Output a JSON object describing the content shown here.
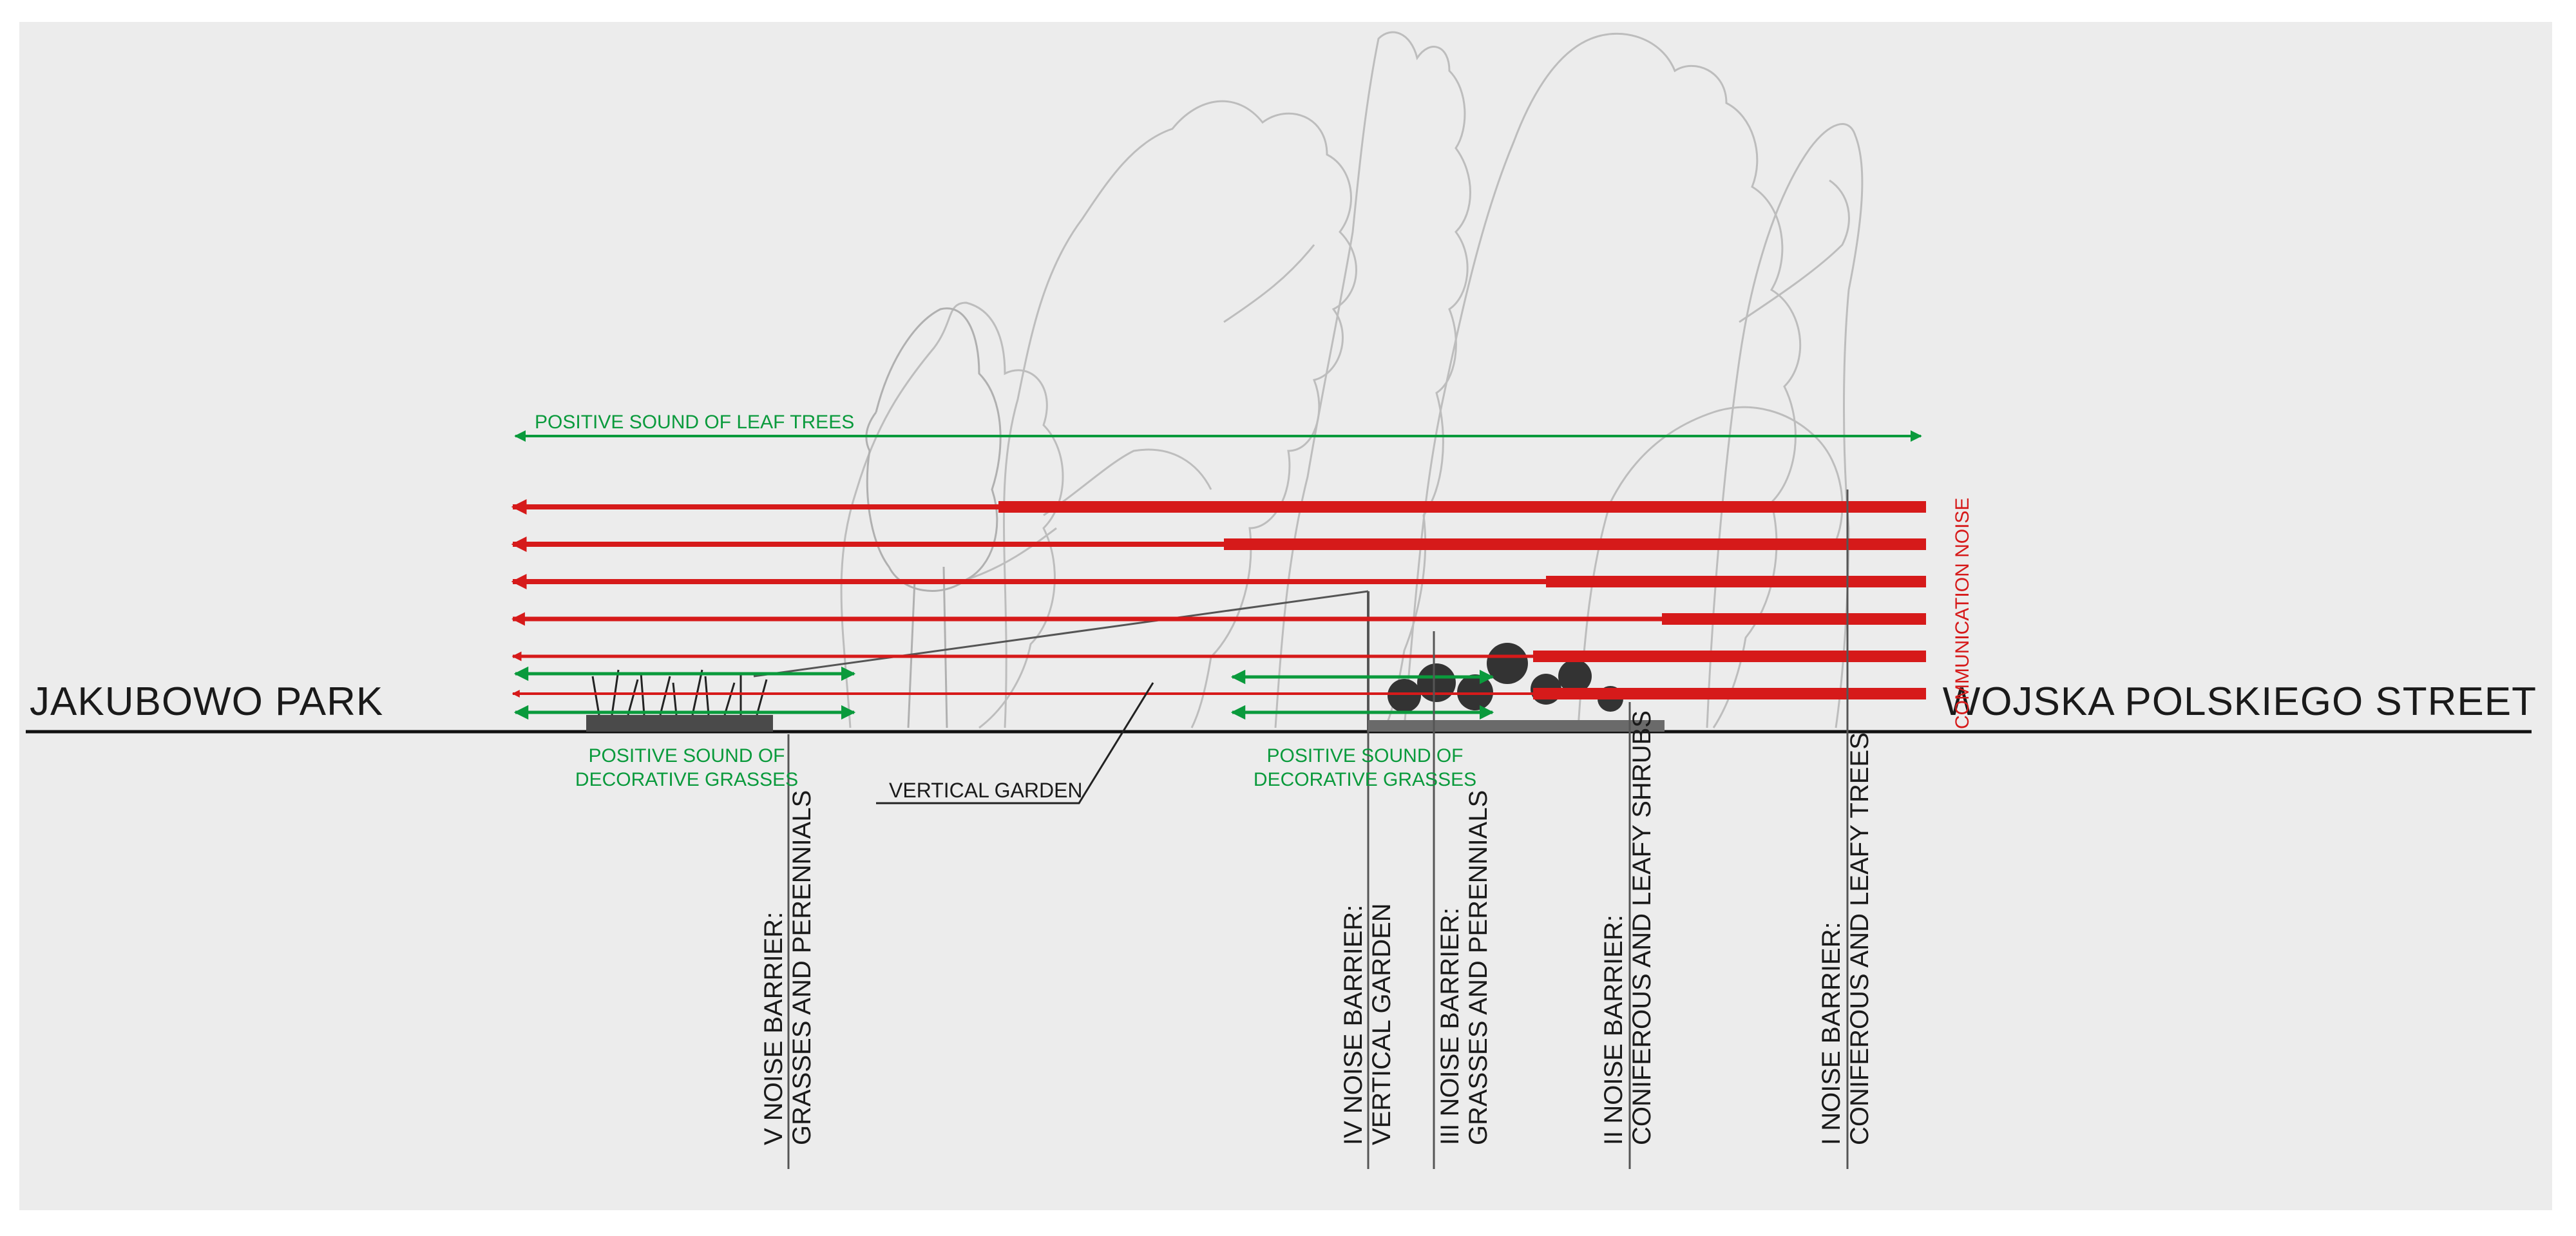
{
  "left_label": "JAKUBOWO PARK",
  "right_label": "WOJSKA POLSKIEGO STREET",
  "leaf_trees_label": "POSITIVE SOUND OF LEAF TREES",
  "noise_label": "COMMUNICATION NOISE",
  "grasses_left": {
    "line1": "POSITIVE SOUND OF",
    "line2": "DECORATIVE GRASSES"
  },
  "grasses_right": {
    "line1": "POSITIVE SOUND OF",
    "line2": "DECORATIVE GRASSES"
  },
  "vertical_garden_label": "VERTICAL GARDEN",
  "barriers": [
    {
      "id": "V",
      "line1": "V NOISE BARRIER:",
      "line2": "GRASSES AND PERENNIALS"
    },
    {
      "id": "IV",
      "line1": "IV NOISE BARRIER:",
      "line2": "VERTICAL GARDEN"
    },
    {
      "id": "III",
      "line1": "III NOISE BARRIER:",
      "line2": "GRASSES AND PERENNIALS"
    },
    {
      "id": "II",
      "line1": "II NOISE BARRIER:",
      "line2": "CONIFEROUS AND LEAFY SHRUBS"
    },
    {
      "id": "I",
      "line1": "I NOISE BARRIER:",
      "line2": "CONIFEROUS AND LEAFY TREES"
    }
  ],
  "colors": {
    "noise": "#d61a1a",
    "positive": "#0a9a3c",
    "background": "#ececec",
    "sketch": "#bdbdbd"
  }
}
